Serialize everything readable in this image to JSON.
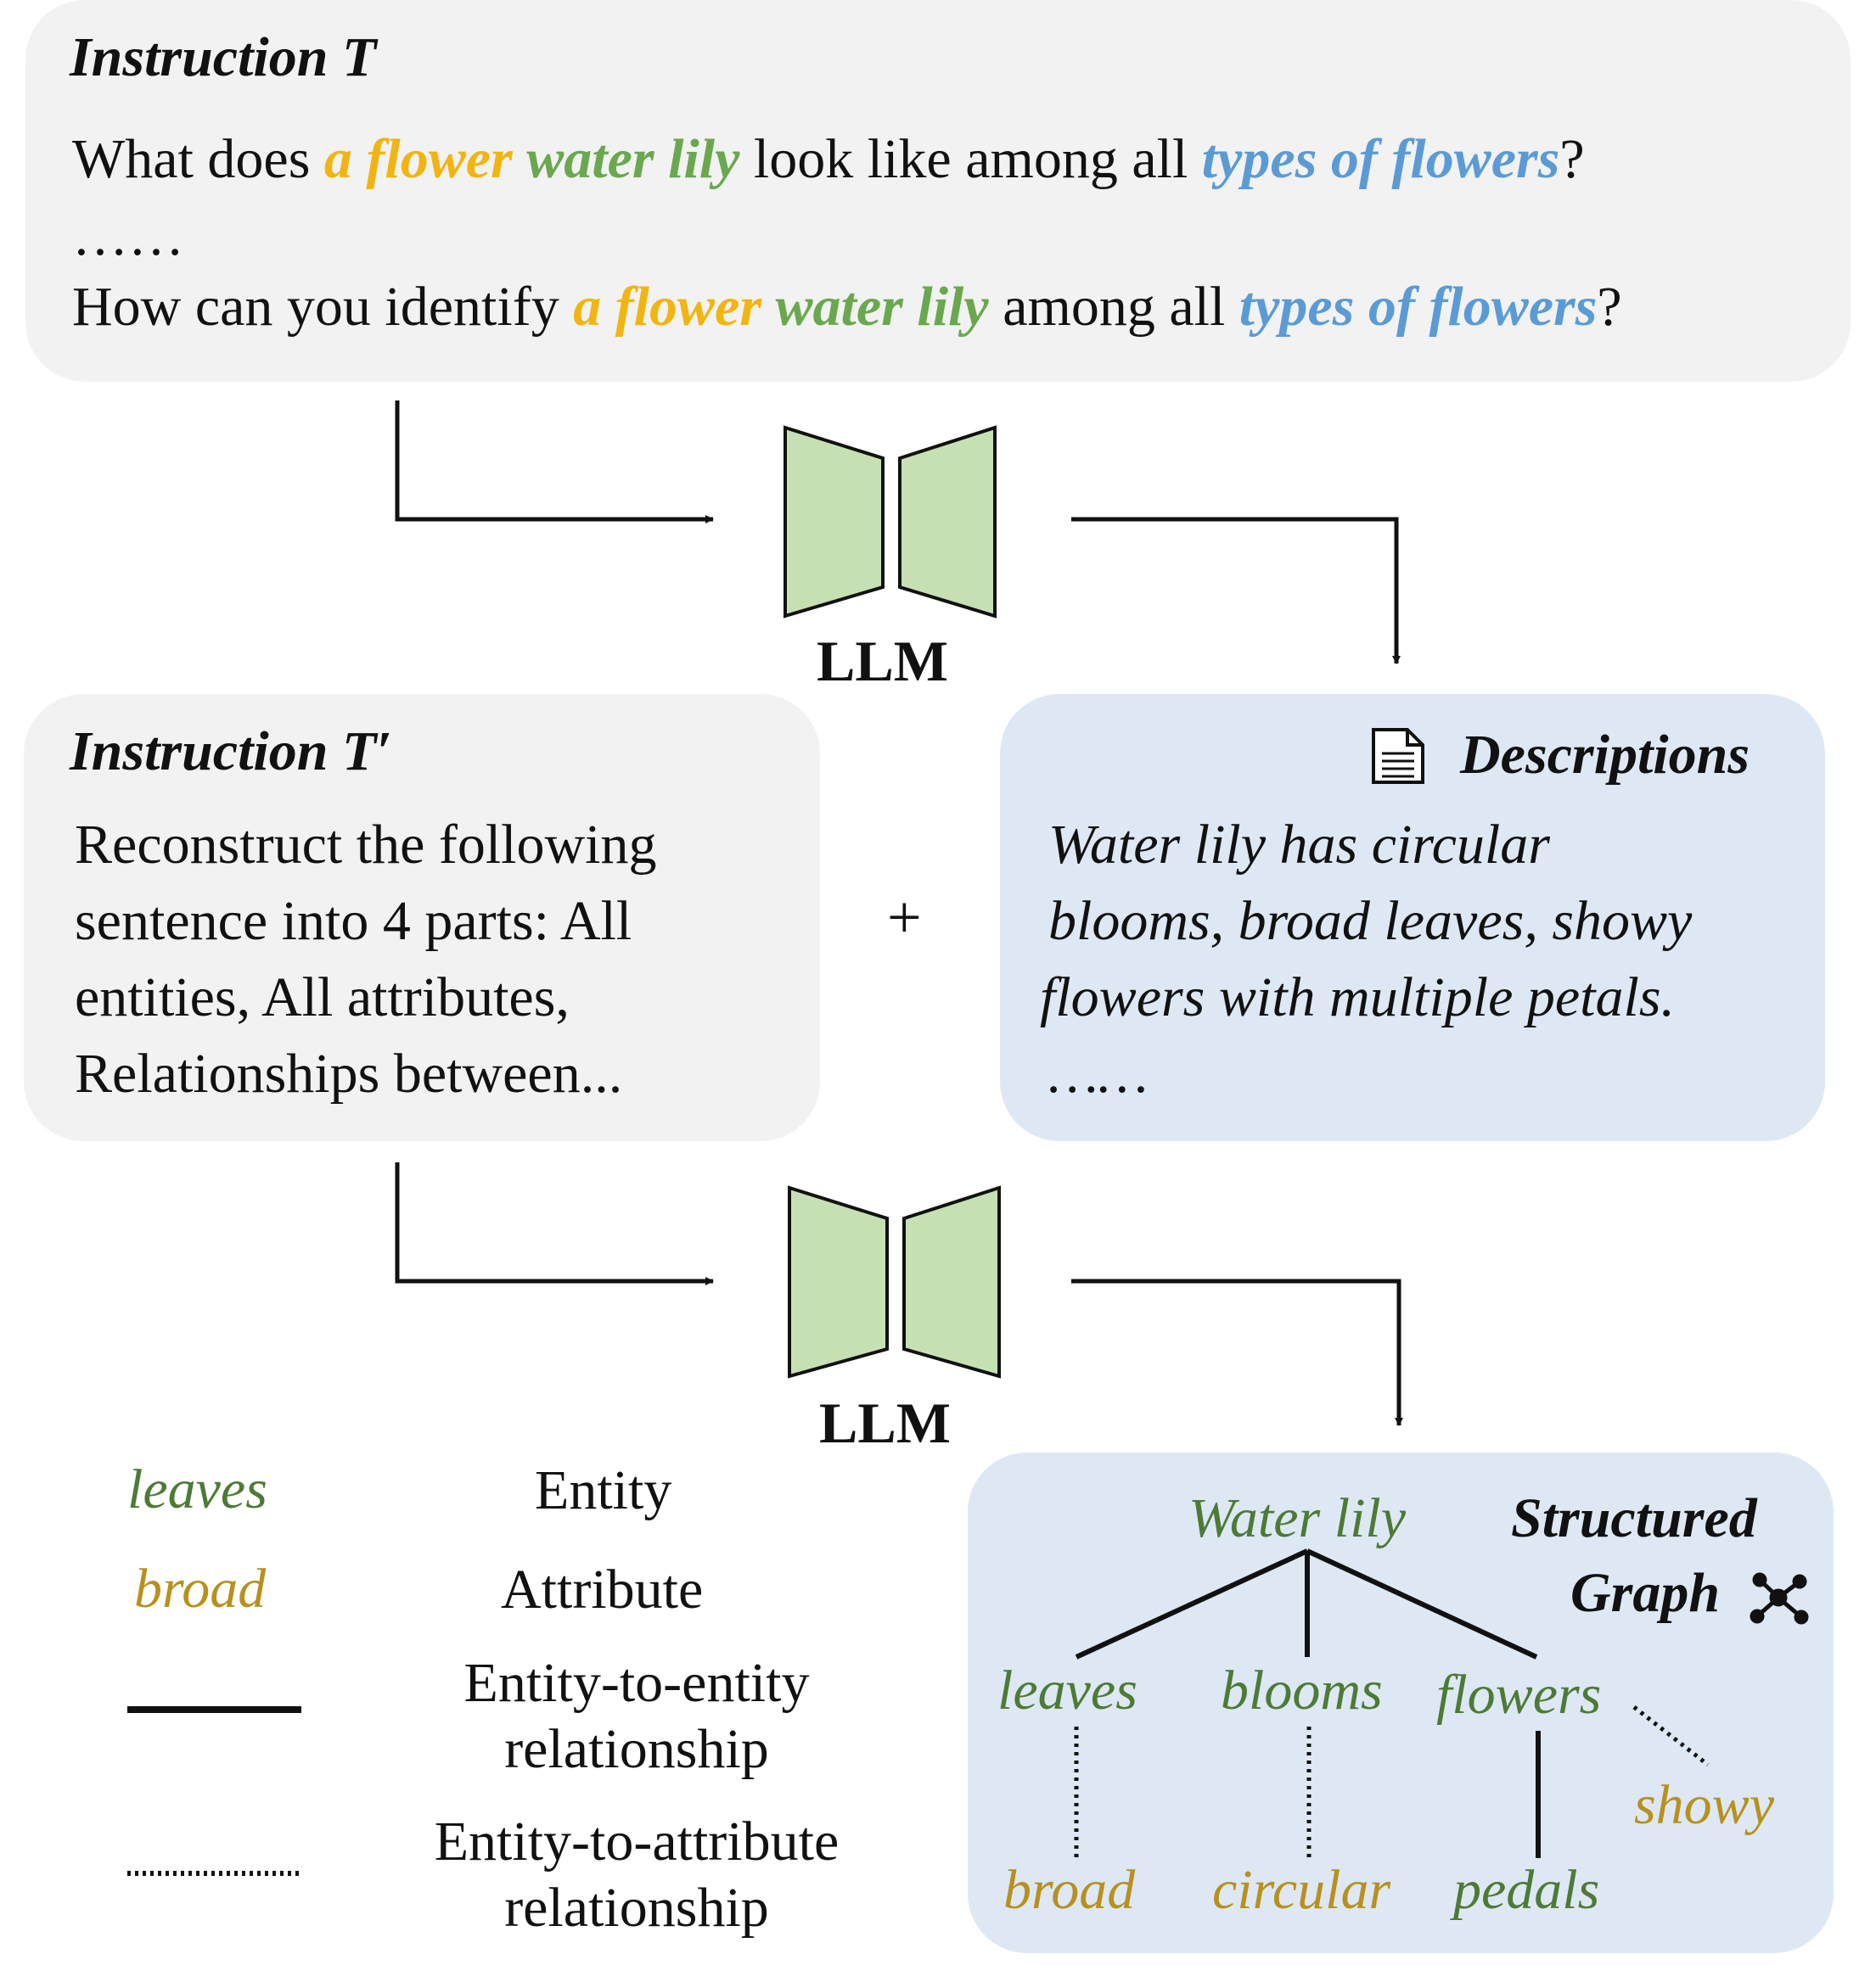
{
  "instruction1": {
    "heading": "Instruction T",
    "line1": {
      "a": "What does ",
      "b": "a flower",
      "c": " water lily",
      "d": " look like among all ",
      "e": "types of flowers",
      "f": "?"
    },
    "ellipsis": "……",
    "line2": {
      "a": "How can you identify ",
      "b": "a flower",
      "c": " water lily",
      "d": " among all ",
      "e": "types of flowers",
      "f": "?"
    }
  },
  "llm": {
    "label1": "LLM",
    "label2": "LLM"
  },
  "instruction2": {
    "heading": "Instruction T′",
    "lines": [
      "Reconstruct the following",
      "sentence into 4 parts: All",
      "entities, All attributes,",
      "Relationships between..."
    ]
  },
  "plus": "+",
  "descriptions": {
    "heading": "Descriptions",
    "icon": "document-icon",
    "lines": [
      "Water lily has circular",
      "blooms, broad leaves, showy",
      "flowers with multiple petals.",
      "……"
    ]
  },
  "legend": {
    "entity_example": "leaves",
    "entity_label": "Entity",
    "attribute_example": "broad",
    "attribute_label": "Attribute",
    "e2e_label": [
      "Entity-to-entity",
      "relationship"
    ],
    "e2a_label": [
      "Entity-to-attribute",
      "relationship"
    ]
  },
  "graph": {
    "heading": [
      "Structured",
      "Graph"
    ],
    "icon": "graph-icon",
    "root": "Water lily",
    "entities": [
      "leaves",
      "blooms",
      "flowers"
    ],
    "attributes": [
      "broad",
      "circular",
      "pedals",
      "showy"
    ]
  },
  "colors": {
    "entity": "#4d7a36",
    "attribute": "#b8901e",
    "highlight_yellow": "#f2b410",
    "highlight_green": "#6aa84f",
    "highlight_blue": "#5b9bd5",
    "llm_fill": "#c6e0b4"
  }
}
